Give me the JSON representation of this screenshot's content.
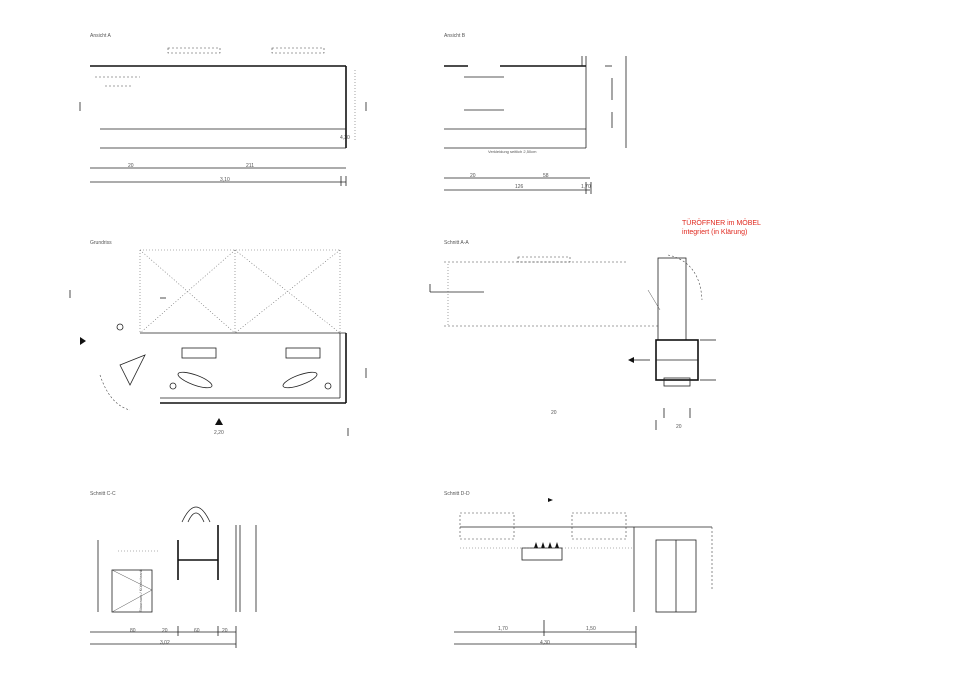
{
  "sheet": {
    "views": [
      {
        "id": "view-top-left",
        "title": "Ansicht A",
        "dims": [
          "20",
          "211",
          "3,10",
          "4,30"
        ]
      },
      {
        "id": "view-top-right",
        "title": "Ansicht B",
        "dims": [
          "20",
          "58",
          "126",
          "1,70"
        ],
        "small_note": "Verkleidung seitlich 2,50cm"
      },
      {
        "id": "view-mid-left",
        "title": "Grundriss",
        "dims": [
          "2,20"
        ]
      },
      {
        "id": "view-mid-right",
        "title": "Schnitt A-A",
        "dims": [
          "20",
          "20"
        ],
        "red_note_line1": "TÜRÖFFNER im MÖBEL",
        "red_note_line2": "integriert (in Klärung)"
      },
      {
        "id": "view-bottom-left",
        "title": "Schnitt C-C",
        "dims": [
          "80",
          "20",
          "60",
          "20",
          "3,02"
        ],
        "vertical_note": "Stauraum / Kühlschrank"
      },
      {
        "id": "view-bottom-right",
        "title": "Schnitt D-D",
        "dims": [
          "1,70",
          "1,50",
          "4,30"
        ]
      }
    ]
  }
}
